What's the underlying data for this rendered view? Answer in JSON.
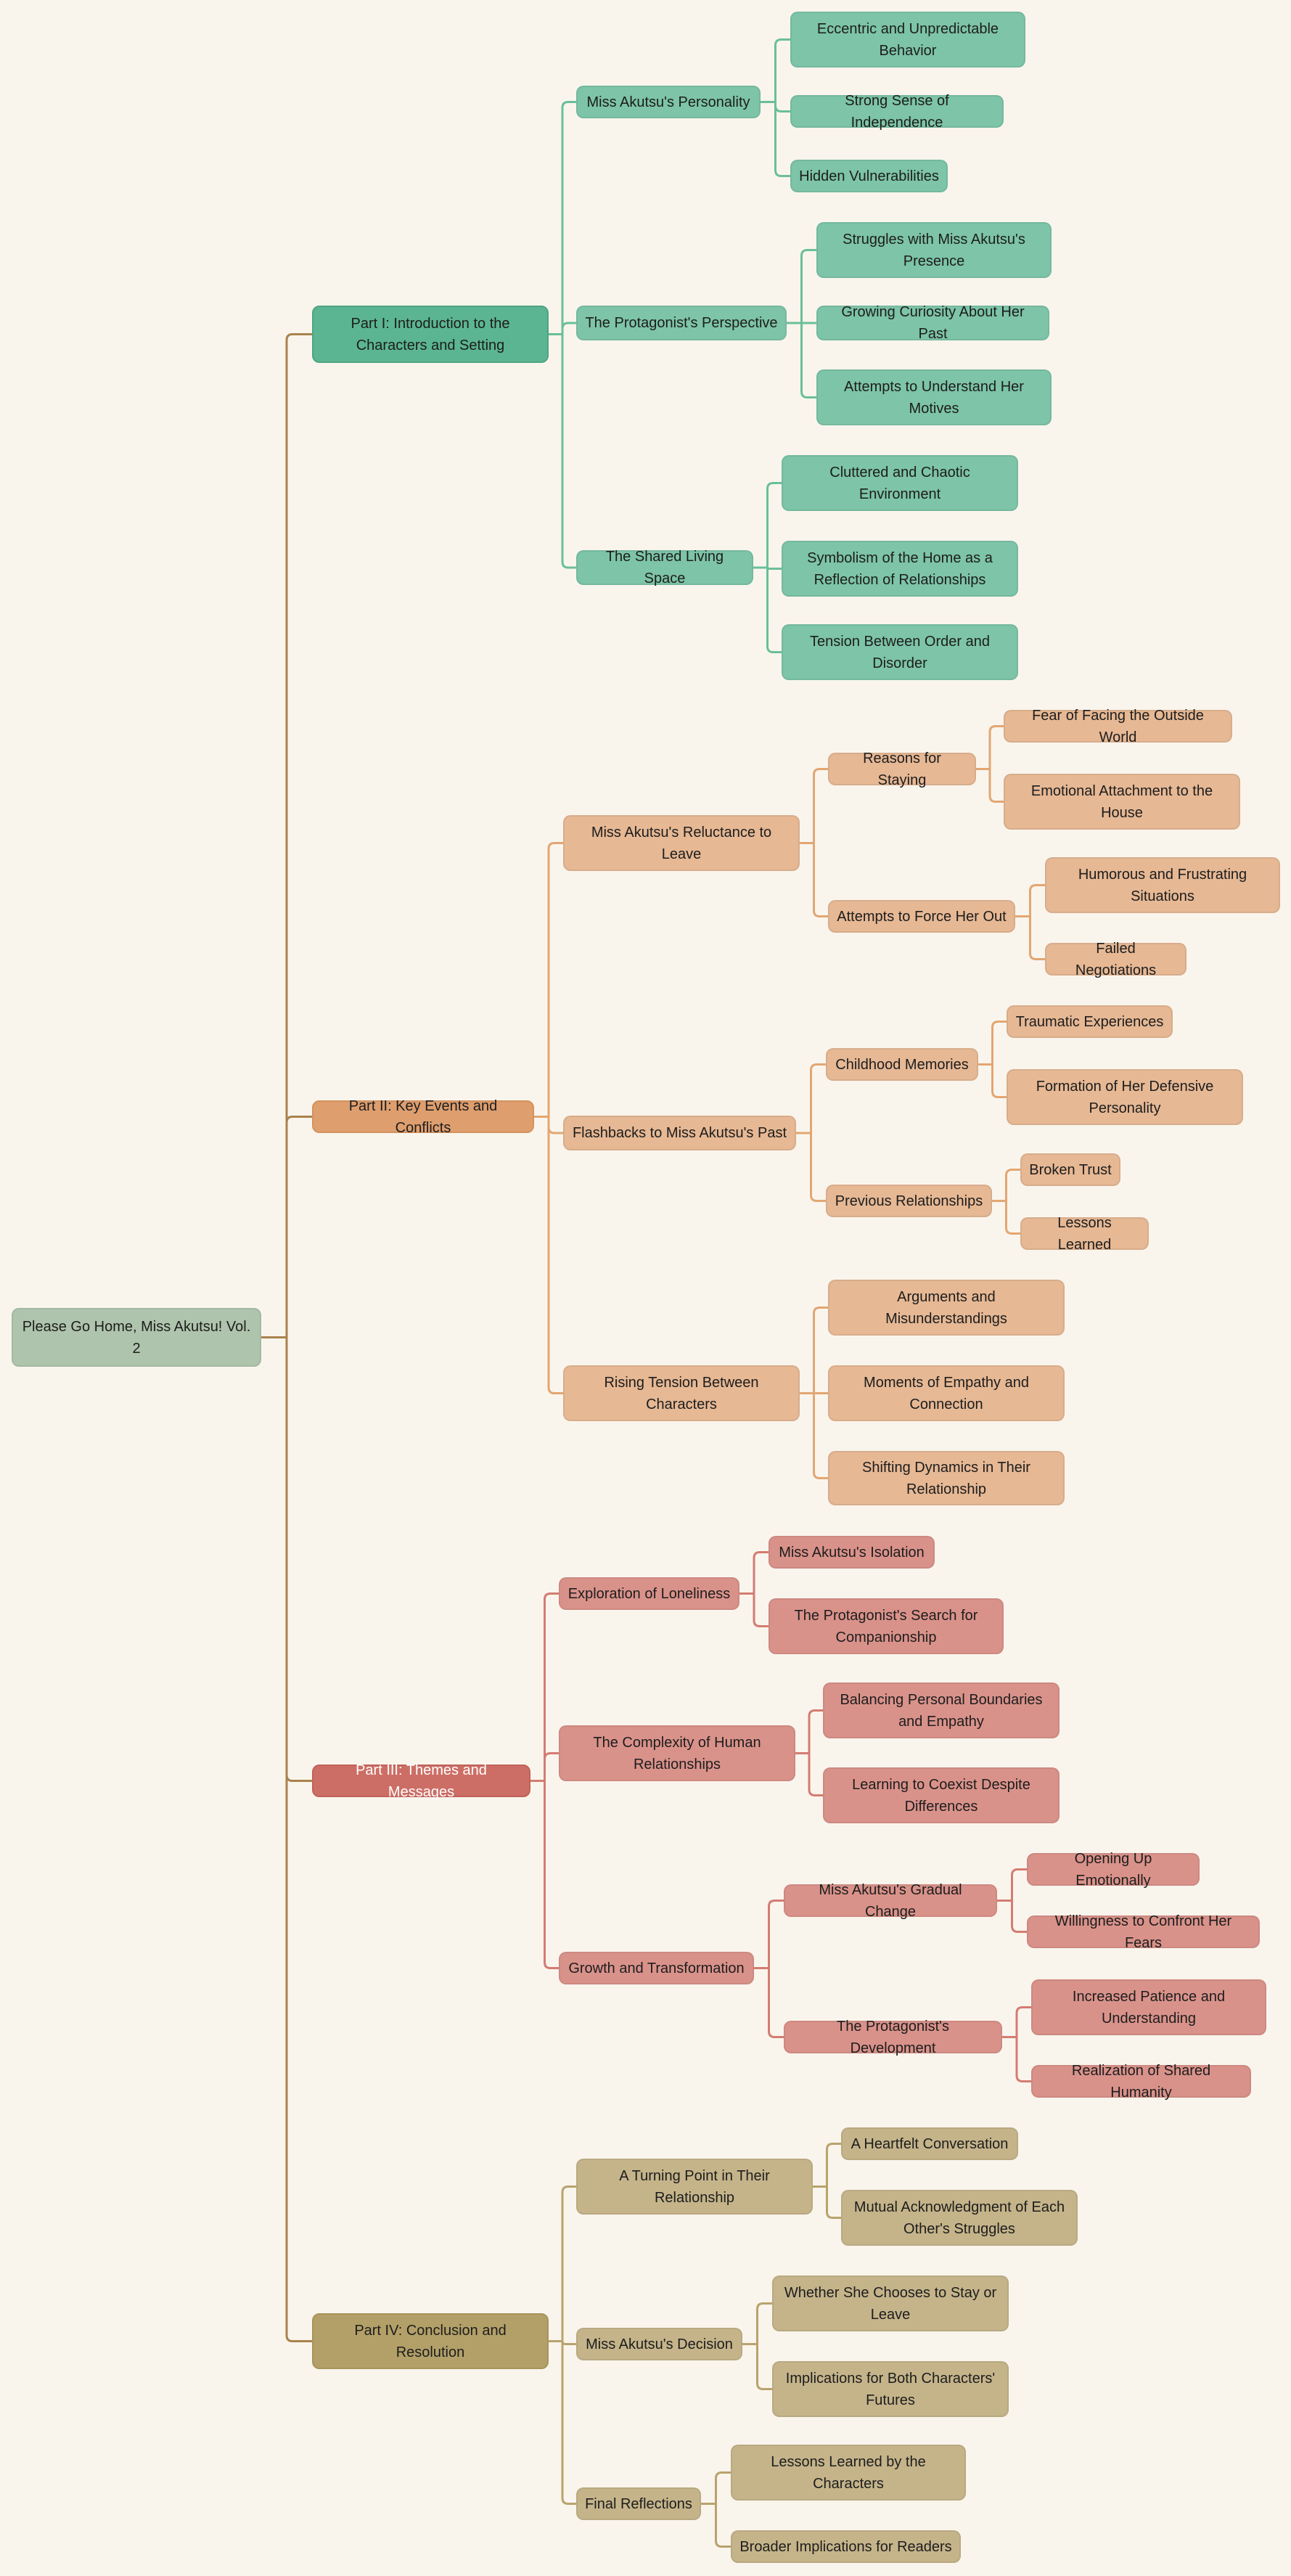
{
  "colors": {
    "background": "#f9f5ed",
    "root": "#afc4ac",
    "trunk": "#a9824c",
    "branches": [
      "#6abf99",
      "#e3a672",
      "#d47c72",
      "#b9a36c"
    ]
  },
  "root": {
    "label": "Please Go Home, Miss Akutsu! Vol. 2"
  },
  "parts": [
    {
      "label": "Part I: Introduction to the Characters and Setting",
      "children": [
        {
          "label": "Miss Akutsu's Personality",
          "children": [
            {
              "label": "Eccentric and Unpredictable Behavior"
            },
            {
              "label": "Strong Sense of Independence"
            },
            {
              "label": "Hidden Vulnerabilities"
            }
          ]
        },
        {
          "label": "The Protagonist's Perspective",
          "children": [
            {
              "label": "Struggles with Miss Akutsu's Presence"
            },
            {
              "label": "Growing Curiosity About Her Past"
            },
            {
              "label": "Attempts to Understand Her Motives"
            }
          ]
        },
        {
          "label": "The Shared Living Space",
          "children": [
            {
              "label": "Cluttered and Chaotic Environment"
            },
            {
              "label": "Symbolism of the Home as a Reflection of Relationships"
            },
            {
              "label": "Tension Between Order and Disorder"
            }
          ]
        }
      ]
    },
    {
      "label": "Part II: Key Events and Conflicts",
      "children": [
        {
          "label": "Miss Akutsu's Reluctance to Leave",
          "children": [
            {
              "label": "Reasons for Staying",
              "children": [
                {
                  "label": "Fear of Facing the Outside World"
                },
                {
                  "label": "Emotional Attachment to the House"
                }
              ]
            },
            {
              "label": "Attempts to Force Her Out",
              "children": [
                {
                  "label": "Humorous and Frustrating Situations"
                },
                {
                  "label": "Failed Negotiations"
                }
              ]
            }
          ]
        },
        {
          "label": "Flashbacks to Miss Akutsu's Past",
          "children": [
            {
              "label": "Childhood Memories",
              "children": [
                {
                  "label": "Traumatic Experiences"
                },
                {
                  "label": "Formation of Her Defensive Personality"
                }
              ]
            },
            {
              "label": "Previous Relationships",
              "children": [
                {
                  "label": "Broken Trust"
                },
                {
                  "label": "Lessons Learned"
                }
              ]
            }
          ]
        },
        {
          "label": "Rising Tension Between Characters",
          "children": [
            {
              "label": "Arguments and Misunderstandings"
            },
            {
              "label": "Moments of Empathy and Connection"
            },
            {
              "label": "Shifting Dynamics in Their Relationship"
            }
          ]
        }
      ]
    },
    {
      "label": "Part III: Themes and Messages",
      "children": [
        {
          "label": "Exploration of Loneliness",
          "children": [
            {
              "label": "Miss Akutsu's Isolation"
            },
            {
              "label": "The Protagonist's Search for Companionship"
            }
          ]
        },
        {
          "label": "The Complexity of Human Relationships",
          "children": [
            {
              "label": "Balancing Personal Boundaries and Empathy"
            },
            {
              "label": "Learning to Coexist Despite Differences"
            }
          ]
        },
        {
          "label": "Growth and Transformation",
          "children": [
            {
              "label": "Miss Akutsu's Gradual Change",
              "children": [
                {
                  "label": "Opening Up Emotionally"
                },
                {
                  "label": "Willingness to Confront Her Fears"
                }
              ]
            },
            {
              "label": "The Protagonist's Development",
              "children": [
                {
                  "label": "Increased Patience and Understanding"
                },
                {
                  "label": "Realization of Shared Humanity"
                }
              ]
            }
          ]
        }
      ]
    },
    {
      "label": "Part IV: Conclusion and Resolution",
      "children": [
        {
          "label": "A Turning Point in Their Relationship",
          "children": [
            {
              "label": "A Heartfelt Conversation"
            },
            {
              "label": "Mutual Acknowledgment of Each Other's Struggles"
            }
          ]
        },
        {
          "label": "Miss Akutsu's Decision",
          "children": [
            {
              "label": "Whether She Chooses to Stay or Leave"
            },
            {
              "label": "Implications for Both Characters' Futures"
            }
          ]
        },
        {
          "label": "Final Reflections",
          "children": [
            {
              "label": "Lessons Learned by the Characters"
            },
            {
              "label": "Broader Implications for Readers"
            }
          ]
        }
      ]
    }
  ]
}
